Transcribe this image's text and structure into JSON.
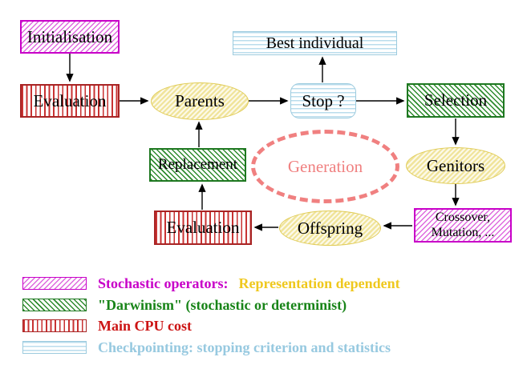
{
  "colors": {
    "magenta": "#C800C8",
    "magenta-hatch": "#DE6ADE",
    "red": "#A82424",
    "red-stripe": "#C83232",
    "green": "#1E7820",
    "green-hatch": "#2E8B2E",
    "cyan": "#9CCBDE",
    "cyan-stripe": "#BADCEC",
    "yellow": "#E0CB55",
    "yellow-hatch": "#F0E49B",
    "yellow-bg": "#FCF9E8",
    "salmon": "#F08080",
    "gold": "#EFC81E",
    "legend-green": "#188418",
    "legend-red": "#CC1414",
    "legend-cyan": "#97C9E0",
    "arrow": "#000000"
  },
  "nodes": {
    "initialisation": "Initialisation",
    "evaluation_top": "Evaluation",
    "best_individual": "Best individual",
    "parents": "Parents",
    "stop": "Stop ?",
    "selection": "Selection",
    "replacement": "Replacement",
    "generation": "Generation",
    "genitors": "Genitors",
    "evaluation_bottom": "Evaluation",
    "offspring": "Offspring",
    "crossover": {
      "line1": "Crossover,",
      "line2": "Mutation, ..."
    }
  },
  "legend": {
    "items": [
      {
        "label": "Stochastic operators:",
        "label2": "Representation dependent"
      },
      {
        "label": "\"Darwinism\" (stochastic or determinist)"
      },
      {
        "label": "Main CPU cost"
      },
      {
        "label": "Checkpointing: stopping criterion and statistics"
      }
    ]
  }
}
